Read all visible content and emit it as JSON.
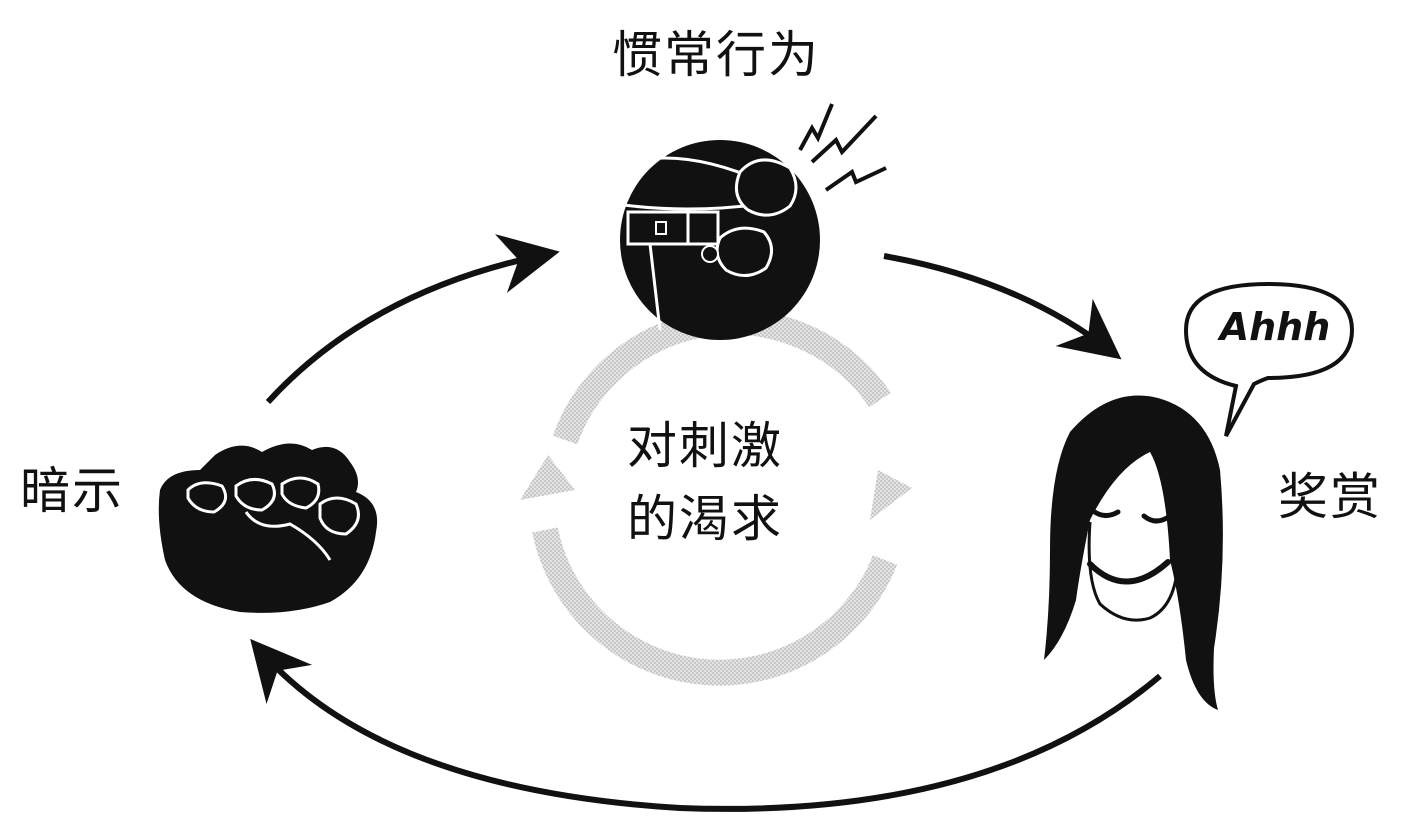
{
  "labels": {
    "routine": "惯常行为",
    "cue": "暗示",
    "reward": "奖赏"
  },
  "center": {
    "line1": "对刺激",
    "line2": "的渴求"
  },
  "speech_bubble": {
    "text": "Ahhh"
  },
  "icons": {
    "routine": "person-patting-belly-icon",
    "cue": "clenched-fist-icon",
    "reward": "smiling-woman-face-icon"
  },
  "colors": {
    "ink": "#111111",
    "craving_circle": "#c9c9c9",
    "background": "#ffffff"
  }
}
